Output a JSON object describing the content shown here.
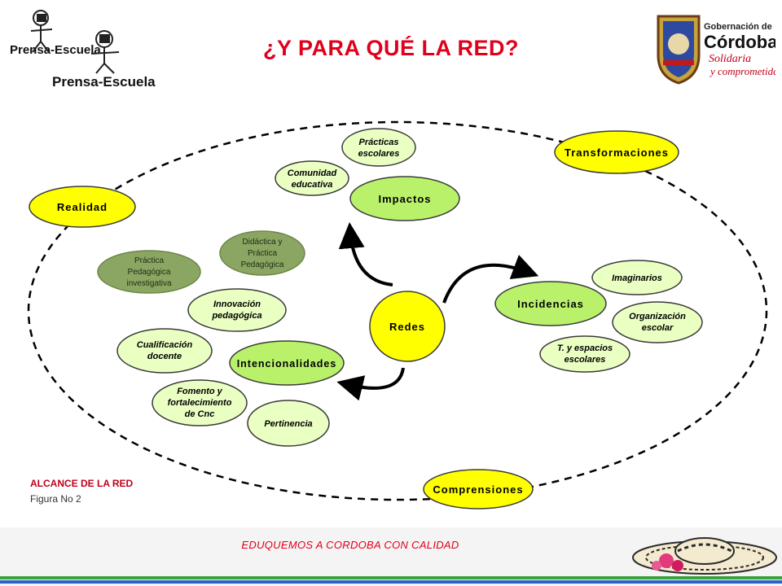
{
  "title": "¿Y PARA QUÉ LA RED?",
  "logo_left": {
    "line1": "Prensa-Escuela",
    "line2": "Prensa-Escuela"
  },
  "logo_right": {
    "line1": "Gobernación de",
    "line2": "Córdoba",
    "line3": "Solidaria",
    "line4": "y comprometida"
  },
  "diagram": {
    "center": "Redes",
    "realidad": "Realidad",
    "transformaciones": "Transformaciones",
    "comprensiones": "Comprensiones",
    "impactos": "Impactos",
    "incidencias": "Incidencias",
    "intencionalidades": "Intencionalidades",
    "practicas_escolares": [
      "Prácticas",
      "escolares"
    ],
    "comunidad_educativa": [
      "Comunidad",
      "educativa"
    ],
    "imaginarios": "Imaginarios",
    "organizacion_escolar": [
      "Organización",
      "escolar"
    ],
    "t_espacios": [
      "T. y espacios",
      "escolares"
    ],
    "innovacion": [
      "Innovación",
      "pedagógica"
    ],
    "cualificacion": [
      "Cualificación",
      "docente"
    ],
    "fomento": [
      "Fomento y",
      "fortalecimiento",
      "de Cnc"
    ],
    "pertinencia": "Pertinencia",
    "didactica": [
      "Didáctica y",
      "Práctica",
      "Pedagógica"
    ],
    "practica_investigativa": [
      "Práctica",
      "Pedagógica",
      "investigativa"
    ]
  },
  "caption": {
    "title": "ALCANCE DE LA RED",
    "subtitle": "Figura  No 2"
  },
  "footer": {
    "text": "EDUQUEMOS A CORDOBA CON CALIDAD"
  },
  "colors": {
    "title_red": "#e0001b",
    "yellow": "#ffff00",
    "light_green": "#eaffc2",
    "olive": "#8ba662",
    "stripe_green": "#3aa23a",
    "stripe_blue": "#2b63c7"
  }
}
